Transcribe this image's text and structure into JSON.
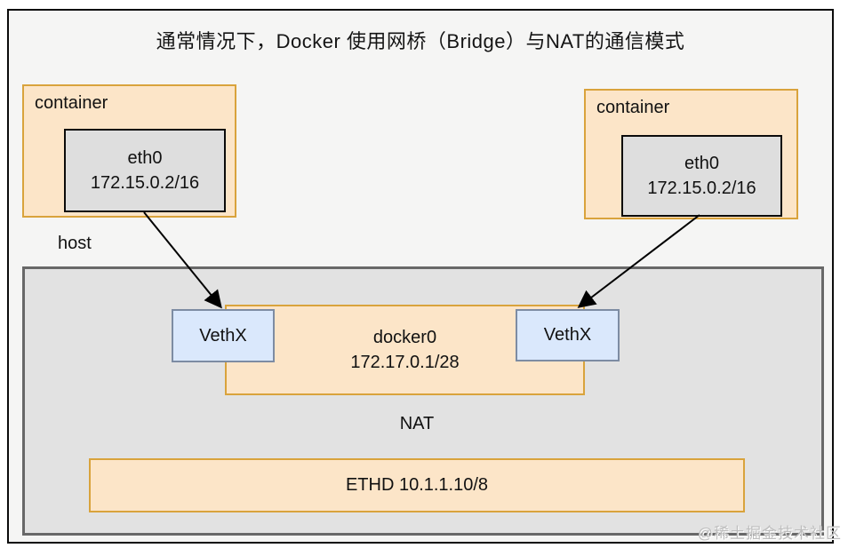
{
  "title": "通常情况下，Docker 使用网桥（Bridge）与NAT的通信模式",
  "containers": [
    {
      "label": "container",
      "iface_name": "eth0",
      "iface_ip": "172.15.0.2/16"
    },
    {
      "label": "container",
      "iface_name": "eth0",
      "iface_ip": "172.15.0.2/16"
    }
  ],
  "host": {
    "label": "host",
    "veth_left_label": "VethX",
    "veth_right_label": "VethX",
    "bridge_name": "docker0",
    "bridge_ip": "172.17.0.1/28",
    "nat_label": "NAT",
    "ethd_label": "ETHD 10.1.1.10/8"
  },
  "watermark": "@稀土掘金技术社区",
  "colors": {
    "canvas_bg": "#f5f5f4",
    "frame_border": "#0b0b0b",
    "container_fill": "#fce5c8",
    "container_border": "#d9a33c",
    "eth_fill": "#dedede",
    "eth_border": "#0b0b0b",
    "host_fill": "#e2e2e2",
    "host_border": "#686868",
    "veth_fill": "#dae8fc",
    "veth_border": "#7d8ca3",
    "arrow": "#000000",
    "watermark_text": "#bdbdbd"
  }
}
